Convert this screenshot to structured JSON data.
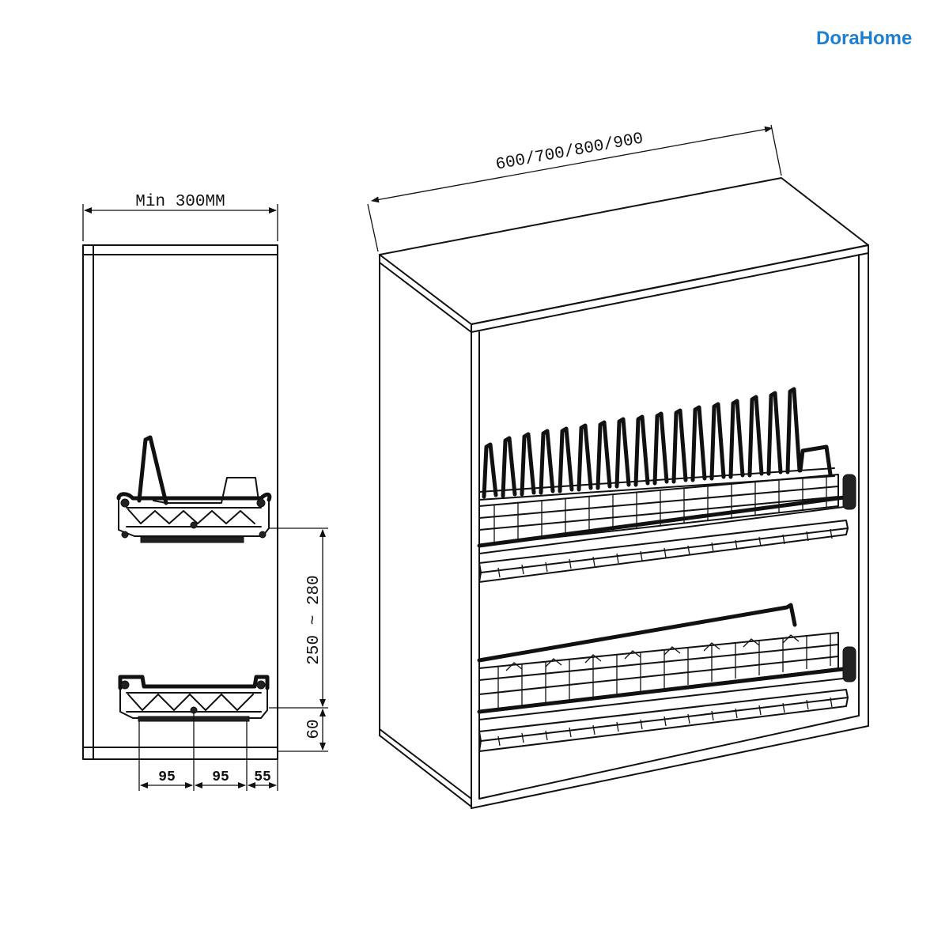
{
  "brand": {
    "name": "DoraHome",
    "color": "#1e7fd0"
  },
  "side_view": {
    "width_label": "Min 300MM",
    "spacing_label": "250 ~ 280",
    "bottom_label": "60",
    "depth_labels": [
      "95",
      "95",
      "55"
    ]
  },
  "front_view": {
    "width_label": "600/700/800/900"
  },
  "colors": {
    "line": "#111111",
    "background": "#ffffff"
  }
}
